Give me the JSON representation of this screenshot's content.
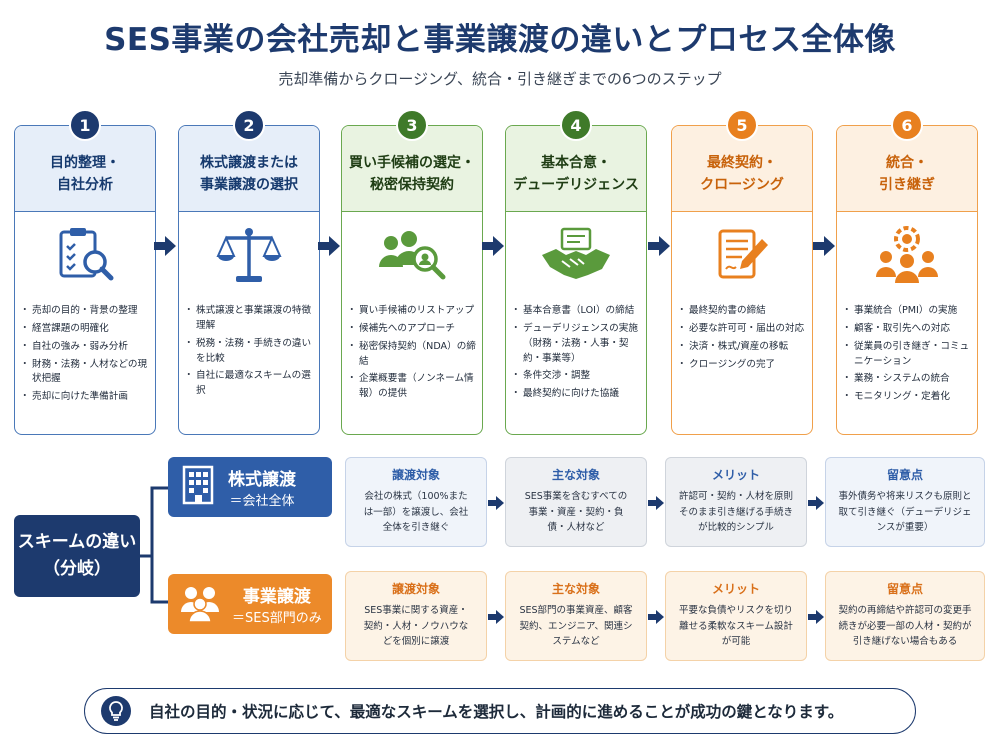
{
  "title": "SES事業の会社売却と事業譲渡の違いとプロセス全体像",
  "subtitle": "売却準備からクロージング、統合・引き継ぎまでの6つのステップ",
  "steps": [
    {
      "num": "1",
      "title": "目的整理・\n自社分析",
      "icon": "clipboard-search-icon",
      "items": [
        "売却の目的・背景の整理",
        "経営課題の明確化",
        "自社の強み・弱み分析",
        "財務・法務・人材などの現状把握",
        "売却に向けた準備計画"
      ]
    },
    {
      "num": "2",
      "title": "株式譲渡または\n事業譲渡の選択",
      "icon": "scales-icon",
      "items": [
        "株式譲渡と事業譲渡の特徴理解",
        "税務・法務・手続きの違いを比較",
        "自社に最適なスキームの選択"
      ]
    },
    {
      "num": "3",
      "title": "買い手候補の選定・\n秘密保持契約",
      "icon": "people-search-icon",
      "items": [
        "買い手候補のリストアップ",
        "候補先へのアプローチ",
        "秘密保持契約（NDA）の締結",
        "企業概要書（ノンネーム情報）の提供"
      ]
    },
    {
      "num": "4",
      "title": "基本合意・\nデューデリジェンス",
      "icon": "handshake-icon",
      "items": [
        "基本合意書（LOI）の締結",
        "デューデリジェンスの実施（財務・法務・人事・契約・事業等）",
        "条件交渉・調整",
        "最終契約に向けた協議"
      ]
    },
    {
      "num": "5",
      "title": "最終契約・\nクロージング",
      "icon": "contract-pen-icon",
      "items": [
        "最終契約書の締結",
        "必要な許可可・届出の対応",
        "決済・株式/資産の移転",
        "クロージングの完了"
      ]
    },
    {
      "num": "6",
      "title": "統合・\n引き継ぎ",
      "icon": "team-gear-icon",
      "items": [
        "事業統合（PMI）の実施",
        "顧客・取引先への対応",
        "従業員の引き継ぎ・コミュニケーション",
        "業務・システムの統合",
        "モニタリング・定着化"
      ]
    }
  ],
  "branch": {
    "label": "スキームの違い\n（分岐）"
  },
  "schemes": [
    {
      "name": "株式譲渡",
      "sub": "＝会社全体",
      "icon": "building-icon",
      "cards": [
        {
          "head": "譲渡対象",
          "body": "会社の株式（100%または一部）を譲渡し、会社全体を引き継ぐ"
        },
        {
          "head": "主な対象",
          "body": "SES事業を含むすべての事業・資産・契約・負債・人材など"
        },
        {
          "head": "メリット",
          "body": "許認可・契約・人材を原則そのまま引き継げる手続きが比較的シンプル"
        },
        {
          "head": "留意点",
          "body": "事外債务や将来リスクも原則と取て引き継ぐ（デューデリジェンスが重要）"
        }
      ]
    },
    {
      "name": "事業譲渡",
      "sub": "＝SES部門のみ",
      "icon": "people-icon",
      "cards": [
        {
          "head": "譲渡対象",
          "body": "SES事業に関する資産・契約・人材・ノウハウなどを個別に譲渡"
        },
        {
          "head": "主な対象",
          "body": "SES部門の事業資産、顧客契約、エンジニア、関連システムなど"
        },
        {
          "head": "メリット",
          "body": "平要な負債やリスクを切り離せる柔軟なスキーム設計が可能"
        },
        {
          "head": "留意点",
          "body": "契約の再締結や許認可の変更手続きが必要一部の人材・契約が引き継げない場合もある"
        }
      ]
    }
  ],
  "footer": {
    "text": "自社の目的・状況に応じて、最適なスキームを選択し、計画的に進めることが成功の鍵となります。",
    "icon": "lightbulb-icon"
  }
}
